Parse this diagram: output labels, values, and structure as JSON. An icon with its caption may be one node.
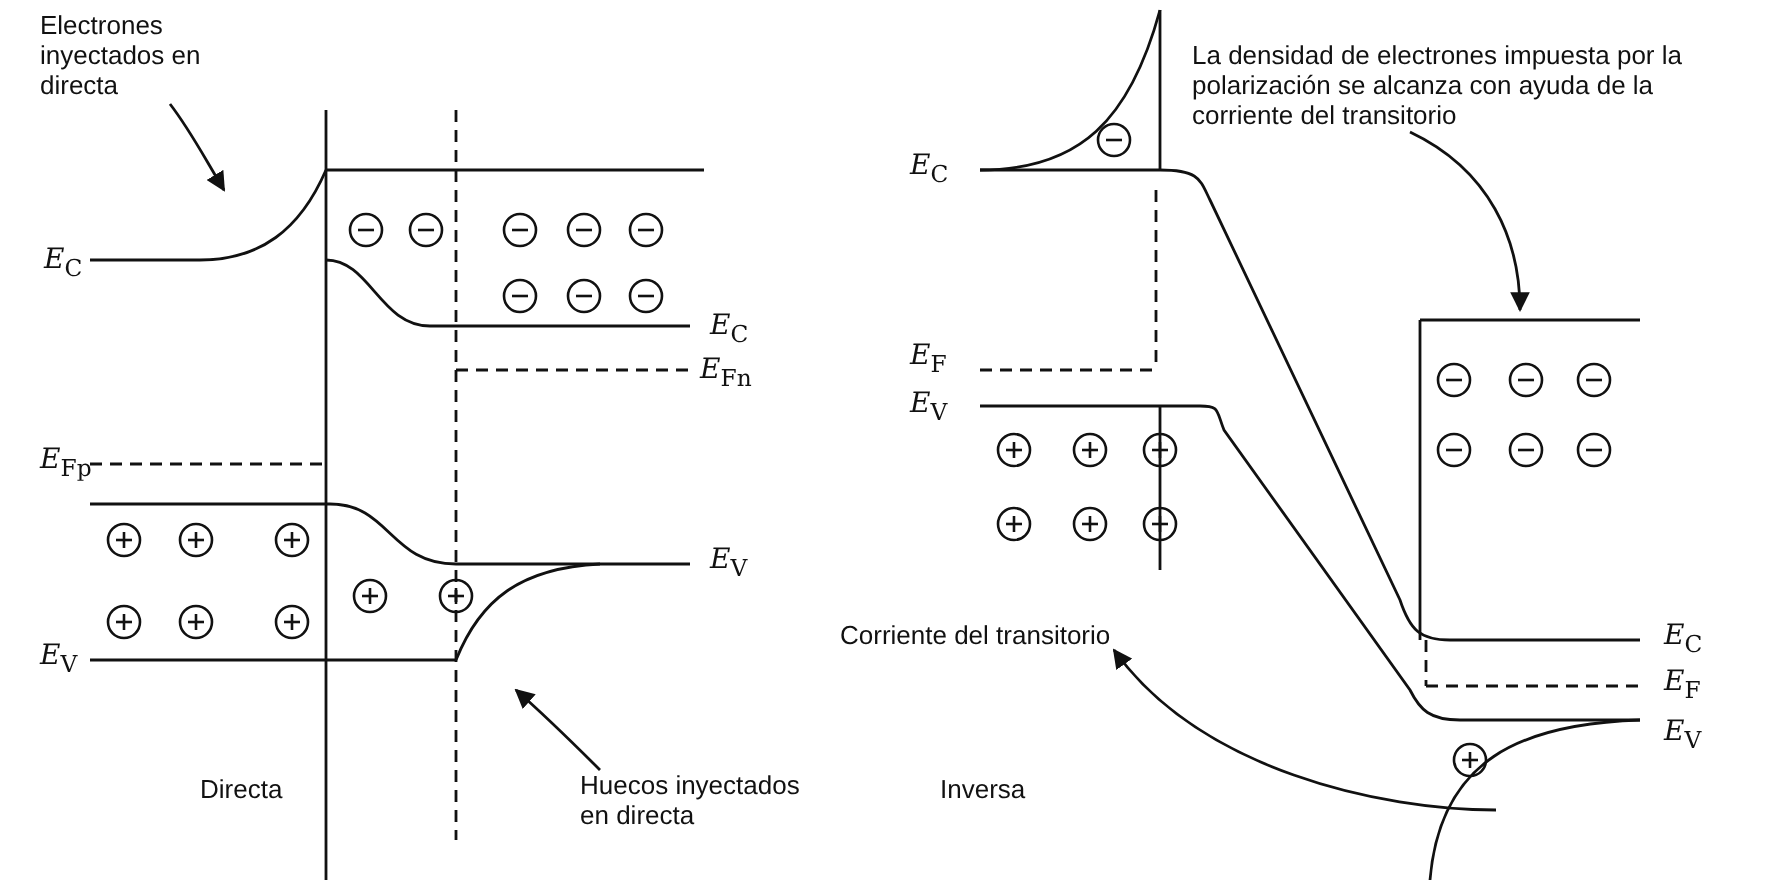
{
  "diagram": {
    "nodes": [
      {
        "text": [
          "Electrones inyectados en directa"
        ]
      },
      {
        "text": [
          "Huecos inyectados en directa"
        ]
      },
      {
        "text": [
          "La densidad de electrones impuesta por la polarización se alcanza con ayuda de la corriente del transitorio"
        ]
      },
      {
        "text": [
          "Corriente del transitorio"
        ]
      }
    ],
    "edges": [
      {
        "from": 0,
        "to": null,
        "arrow": "to"
      },
      {
        "from": 1,
        "to": null,
        "arrow": "to"
      },
      {
        "from": 2,
        "to": null,
        "arrow": "to"
      },
      {
        "from": null,
        "to": 3,
        "arrow": "to"
      }
    ],
    "labels": [
      "*E*$_{C}$",
      "*E*$_{C}$",
      "*E*$_{Fn}$",
      "*E*$_{Fp}$",
      "*E*$_{V}$",
      "*E*$_{V}$",
      "Directa",
      "*E*$_{C}$",
      "*E*$_{F}$",
      "*E*$_{V}$",
      "*E*$_{C}$",
      "*E*$_{F}$",
      "*E*$_{V}$",
      "Inversa"
    ]
  }
}
